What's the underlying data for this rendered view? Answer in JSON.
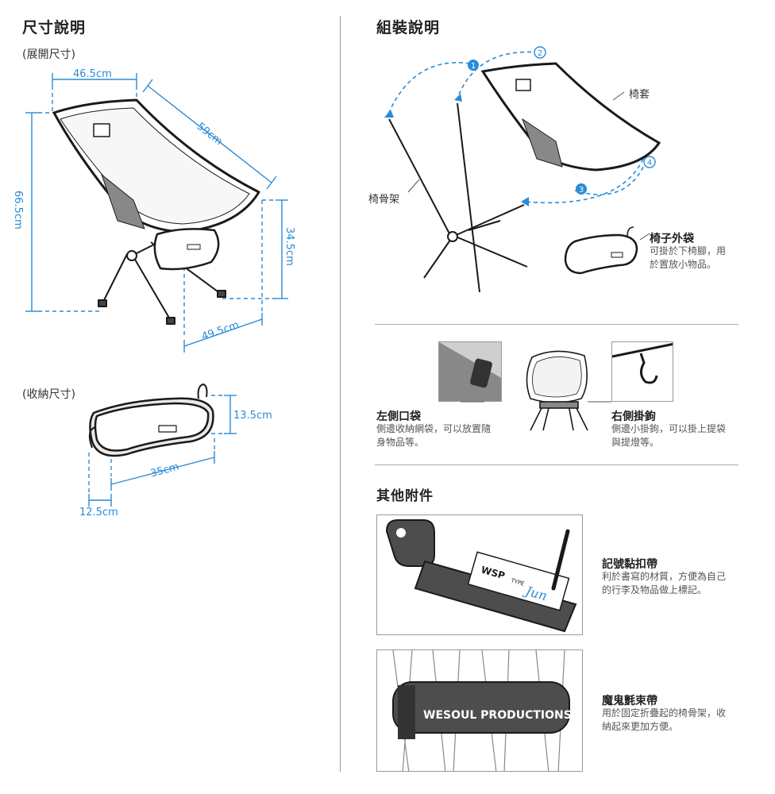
{
  "left": {
    "title": "尺寸說明",
    "unfolded_label": "(展開尺寸)",
    "folded_label": "(收納尺寸)",
    "dims": {
      "width_top": "46.5cm",
      "depth": "59cm",
      "height": "66.5cm",
      "seat_height": "34.5cm",
      "base": "49.5cm",
      "bag_height": "13.5cm",
      "bag_length": "35cm",
      "bag_depth": "12.5cm"
    }
  },
  "right": {
    "title": "組裝說明",
    "frame_label": "椅骨架",
    "cover_label": "椅套",
    "steps": [
      "1",
      "2",
      "3",
      "4"
    ],
    "bag": {
      "title": "椅子外袋",
      "desc_line1": "可掛於下椅腳，用",
      "desc_line2": "於置放小物品。"
    },
    "left_pocket": {
      "title": "左側口袋",
      "desc_line1": "側邊收納網袋，可以放置隨",
      "desc_line2": "身物品等。"
    },
    "right_hook": {
      "title": "右側掛鉤",
      "desc_line1": "側邊小掛鉤，可以掛上提袋",
      "desc_line2": "與提燈等。"
    },
    "accessories_title": "其他附件",
    "tag": {
      "title": "記號黏扣帶",
      "desc_line1": "利於書寫的材質，方便為自己",
      "desc_line2": "的行李及物品做上標記。",
      "brand": "WSP",
      "type_text": "TYPE",
      "name_text": "Jun"
    },
    "strap": {
      "title": "魔鬼氈束帶",
      "desc_line1": "用於固定折疊起的椅骨架，收",
      "desc_line2": "納起來更加方便。",
      "brand": "WESOUL PRODUCTIONS ®"
    }
  },
  "colors": {
    "accent": "#2a8bd6",
    "line": "#1a1a1a"
  }
}
